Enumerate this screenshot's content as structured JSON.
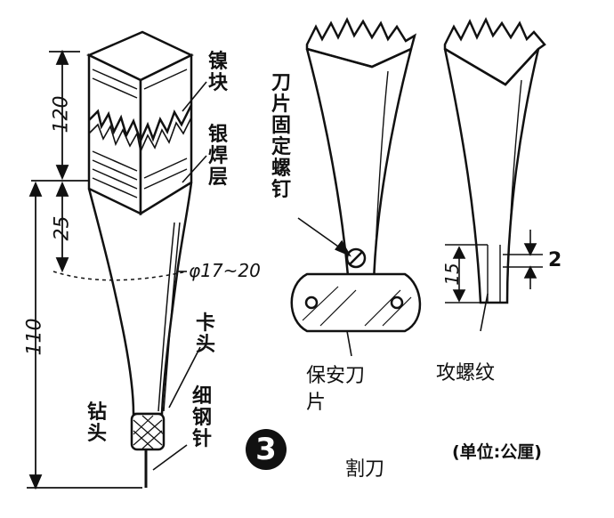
{
  "labels": {
    "nickel_block": "镍块",
    "silver_solder_layer": "银焊层",
    "blade_fixing_screw": "刀片固定螺钉",
    "chuck": "卡头",
    "drill_bit": "钻头",
    "fine_steel_needle": "细钢针",
    "safety_blade": "保安刀片",
    "tapping_thread": "攻螺纹",
    "figure_number": "3",
    "caption": "割刀",
    "unit_note": "(单位:公厘)"
  },
  "dimensions": {
    "block_height": "120",
    "neck_length": "25",
    "shaft_length": "110",
    "diameter": "φ17~20",
    "thread_length": "15",
    "thread_offset": "2"
  },
  "colors": {
    "ink": "#111111",
    "paper": "#ffffff"
  }
}
